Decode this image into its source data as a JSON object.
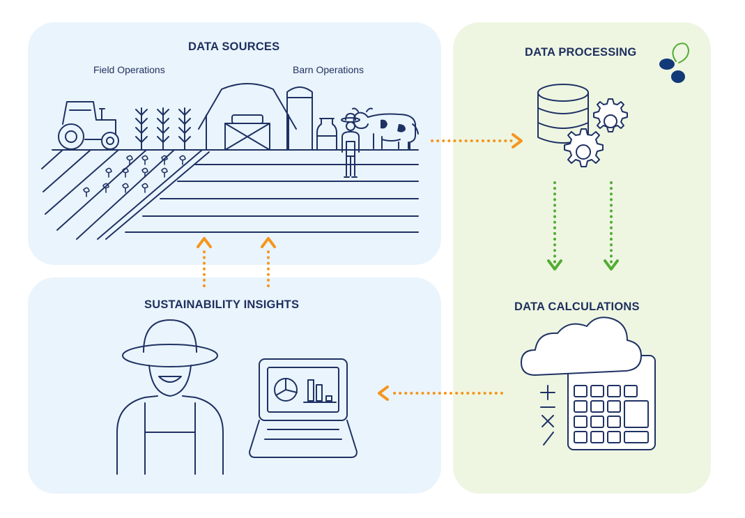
{
  "sources": {
    "title": "DATA SOURCES",
    "field_label": "Field Operations",
    "barn_label": "Barn Operations"
  },
  "processing": {
    "title": "DATA PROCESSING"
  },
  "calculations": {
    "title": "DATA CALCULATIONS"
  },
  "insights": {
    "title": "SUSTAINABILITY INSIGHTS"
  },
  "colors": {
    "line": "#1e3163",
    "arrow_orange": "#f5961e",
    "arrow_green": "#52ad34",
    "panel_blue": "#eaf4fc",
    "panel_green": "#eef6e2",
    "logo_navy": "#123a78",
    "logo_green": "#52ad34"
  },
  "icons": [
    "tractor-icon",
    "wheat-icon",
    "barn-icon",
    "silo-icon",
    "milk-can-icon",
    "farmer-icon",
    "cow-icon",
    "database-icon",
    "gears-icon",
    "cloud-icon",
    "calculator-icon",
    "laptop-chart-icon",
    "logo-icon"
  ]
}
